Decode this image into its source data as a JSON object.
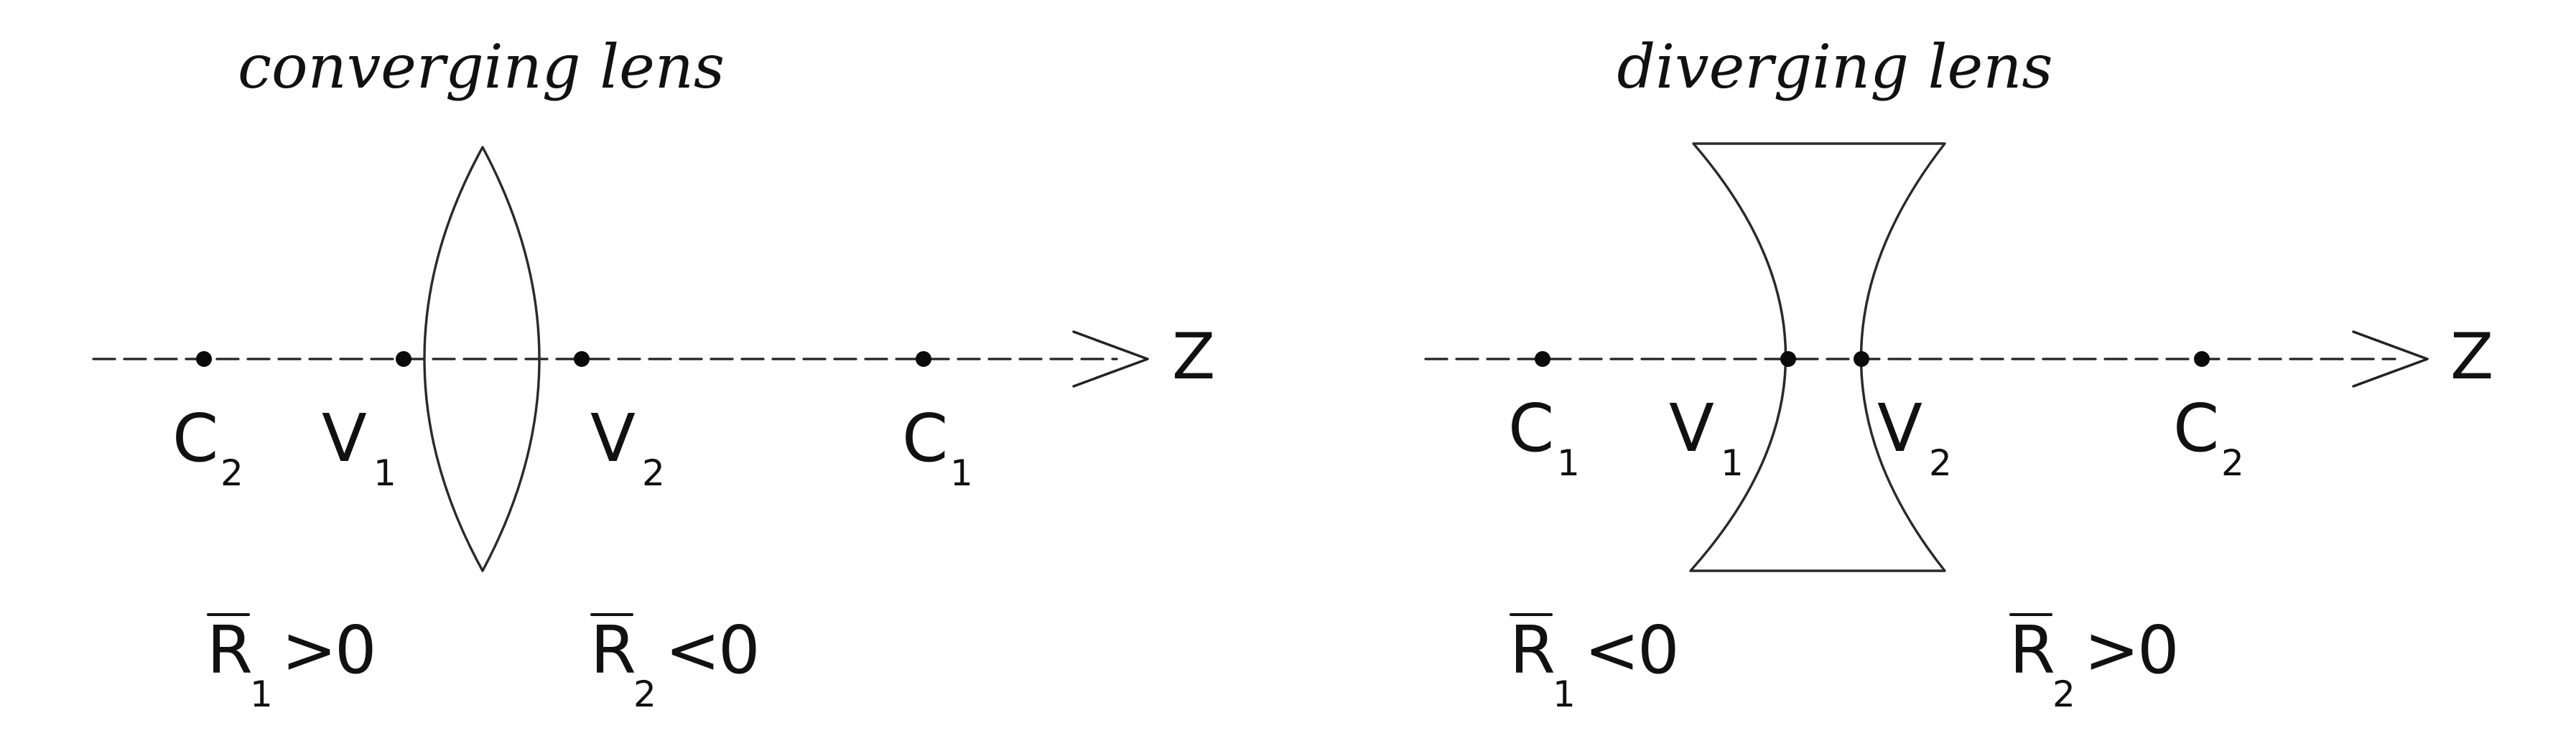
{
  "panels": [
    {
      "id": "converging",
      "title": "converging lens",
      "axis_label": "Z",
      "points": [
        {
          "name": "C",
          "sub": "2"
        },
        {
          "name": "V",
          "sub": "1"
        },
        {
          "name": "V",
          "sub": "2"
        },
        {
          "name": "C",
          "sub": "1"
        }
      ],
      "conditions": [
        {
          "symbol": "R",
          "sub": "1",
          "relation": ">",
          "value": "0"
        },
        {
          "symbol": "R",
          "sub": "2",
          "relation": "<",
          "value": "0"
        }
      ]
    },
    {
      "id": "diverging",
      "title": "diverging lens",
      "axis_label": "Z",
      "points": [
        {
          "name": "C",
          "sub": "1"
        },
        {
          "name": "V",
          "sub": "1"
        },
        {
          "name": "V",
          "sub": "2"
        },
        {
          "name": "C",
          "sub": "2"
        }
      ],
      "conditions": [
        {
          "symbol": "R",
          "sub": "1",
          "relation": "<",
          "value": "0"
        },
        {
          "symbol": "R",
          "sub": "2",
          "relation": ">",
          "value": "0"
        }
      ]
    }
  ]
}
